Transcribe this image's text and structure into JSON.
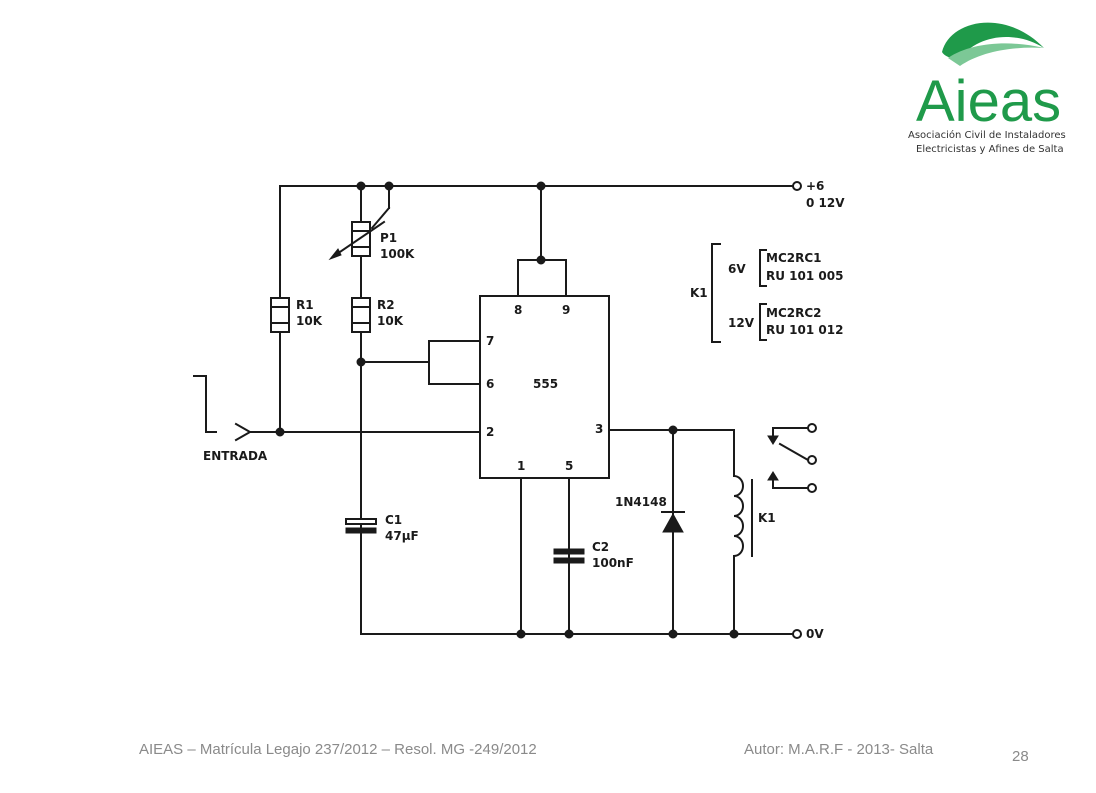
{
  "logo": {
    "name": "Aieas",
    "line1": "Asociación Civil de Instaladores",
    "line2": "Electricistas y Afines de Salta",
    "color": "#1f9a4a"
  },
  "circuit": {
    "supply_label_1": "+6",
    "supply_label_2": "0 12V",
    "ground_label": "0V",
    "input_label": "ENTRADA",
    "ic_label": "555",
    "pins": {
      "p1": "1",
      "p2": "2",
      "p3": "3",
      "p5": "5",
      "p6": "6",
      "p7": "7",
      "p8": "8",
      "p9": "9"
    },
    "p1": {
      "name": "P1",
      "value": "100K"
    },
    "r1": {
      "name": "R1",
      "value": "10K"
    },
    "r2": {
      "name": "R2",
      "value": "10K"
    },
    "c1": {
      "name": "C1",
      "value": "47µF"
    },
    "c2": {
      "name": "C2",
      "value": "100nF"
    },
    "diode": "1N4148",
    "relay": "K1"
  },
  "relay_table": {
    "label": "K1",
    "rows": [
      {
        "voltage": "6V",
        "model": "MC2RC1",
        "code": "RU 101 005"
      },
      {
        "voltage": "12V",
        "model": "MC2RC2",
        "code": "RU 101 012"
      }
    ]
  },
  "footer": {
    "left": "AIEAS – Matrícula Legajo 237/2012 – Resol. MG -249/2012",
    "right": "Autor: M.A.R.F - 2013- Salta",
    "page": "28"
  }
}
